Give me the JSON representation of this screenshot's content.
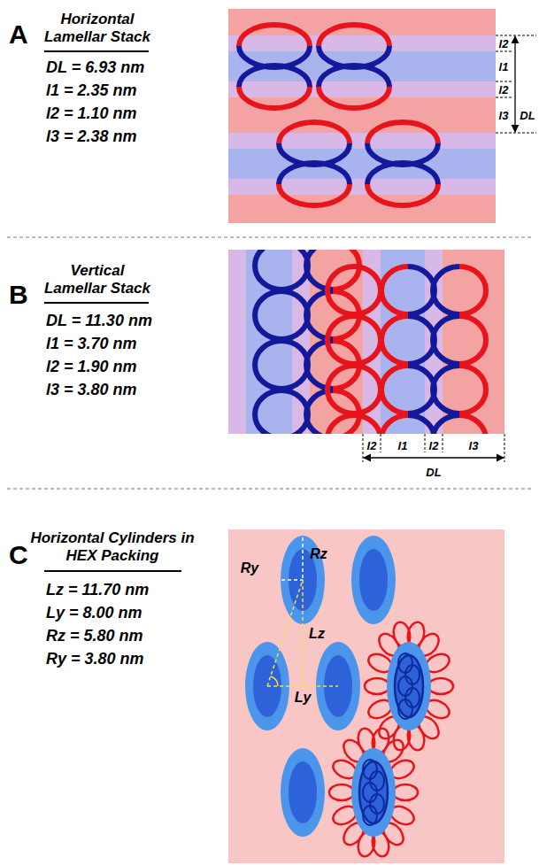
{
  "diagram": {
    "labels": [
      "A",
      "Horizontal Lamellar Stack",
      "DL = 6.93 nm",
      "l1 = 2.35 nm",
      "l2 = 1.10 nm",
      "l3 = 2.38 nm",
      "l2",
      "l1",
      "l2",
      "l3",
      "DL",
      "B",
      "Vertical Lamellar Stack",
      "DL = 11.30 nm",
      "l1 = 3.70 nm",
      "l2 = 1.90 nm",
      "l3 = 3.80 nm",
      "l2",
      "l1",
      "l2",
      "l3",
      "DL",
      "C",
      "Horizontal Cylinders in HEX Packing",
      "Lz = 11.70 nm",
      "Ly = 8.00 nm",
      "Rz = 5.80 nm",
      "Ry = 3.80 nm",
      "Rz",
      "Ry",
      "Lz",
      "Ly"
    ]
  }
}
